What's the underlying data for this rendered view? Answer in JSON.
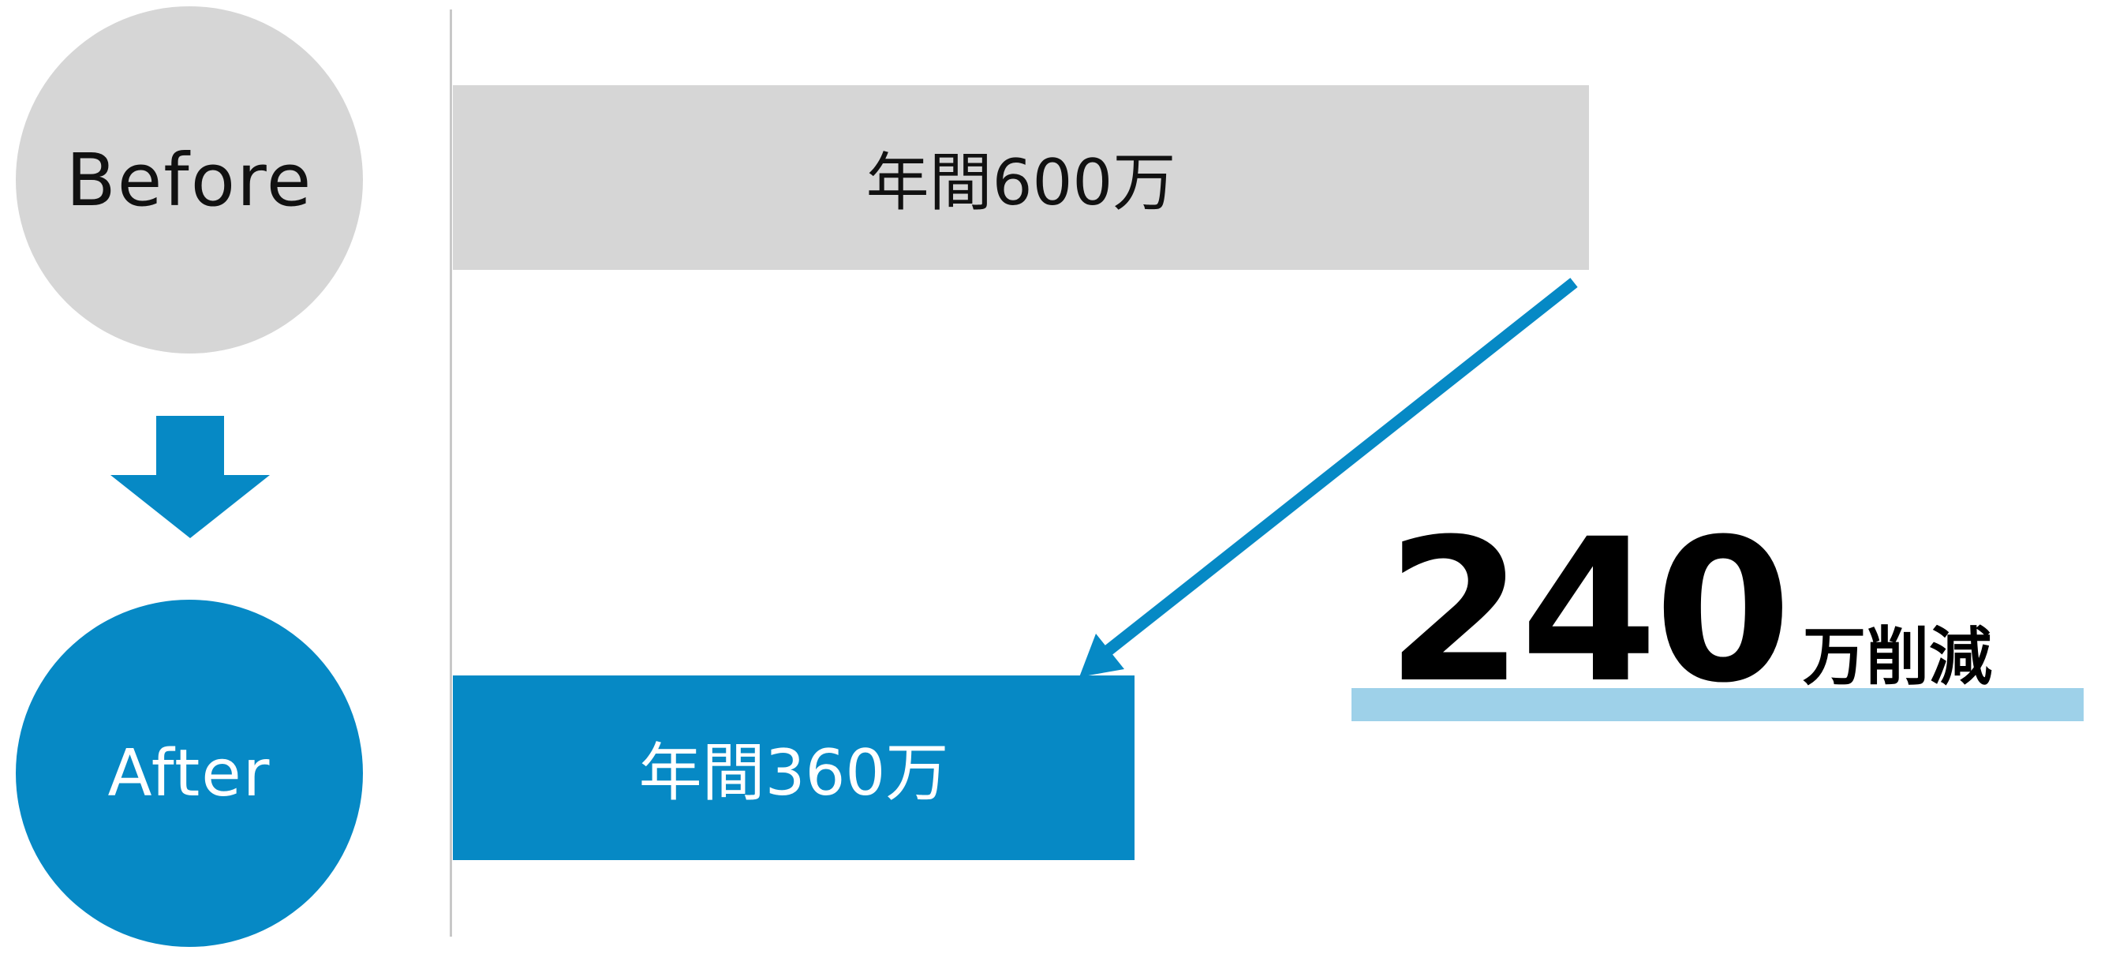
{
  "chart_data": {
    "type": "bar",
    "orientation": "horizontal",
    "categories": [
      "Before",
      "After"
    ],
    "values": [
      600,
      360
    ],
    "value_labels": [
      "年間600万",
      "年間360万"
    ],
    "value_max": 600,
    "reduction": {
      "value": "240",
      "unit": "万削減"
    },
    "colors": {
      "before": "#d6d6d6",
      "after": "#0689c5",
      "arrow": "#0689c5",
      "highlight": "#9ed1e9"
    }
  }
}
